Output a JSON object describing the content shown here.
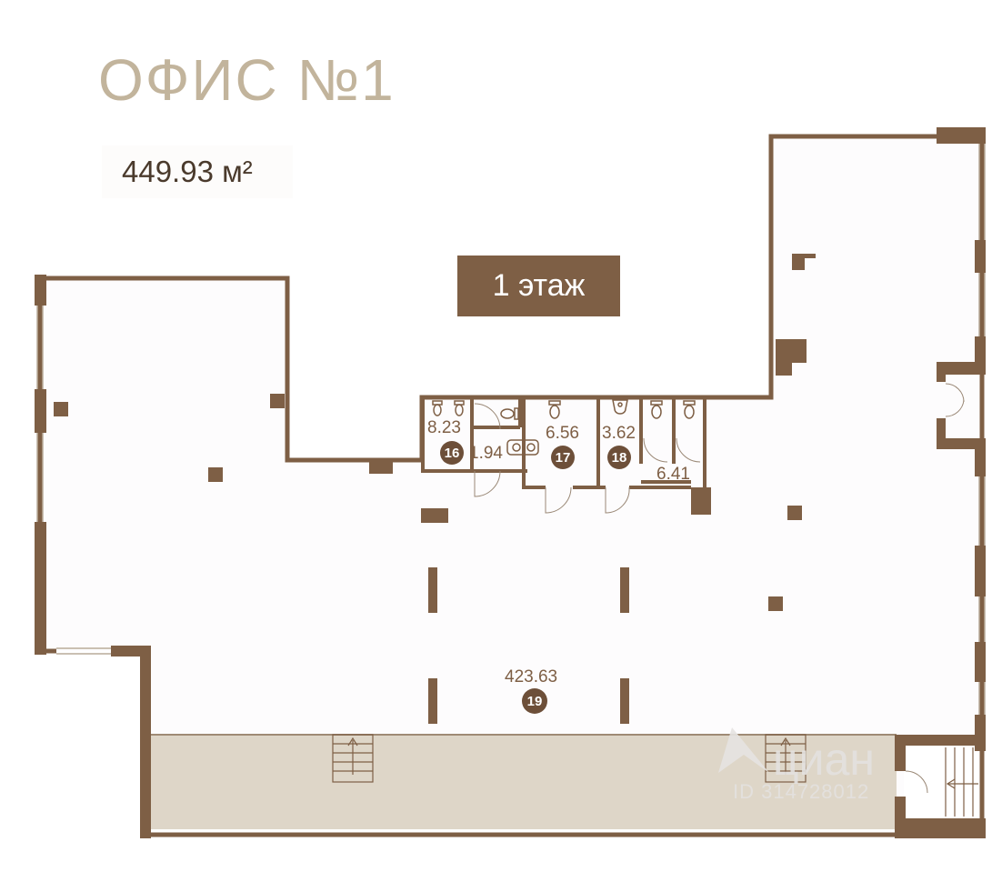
{
  "header": {
    "title": "ОФИС №1",
    "total_area": "449.93 м²"
  },
  "floor_badge": "1 этаж",
  "rooms": [
    {
      "area": "8.23",
      "number": "16"
    },
    {
      "area": "1.94"
    },
    {
      "area": "6.56",
      "number": "17"
    },
    {
      "area": "3.62",
      "number": "18"
    },
    {
      "area": "6.41"
    },
    {
      "area": "423.63",
      "number": "19"
    }
  ],
  "watermark": {
    "brand": "циан",
    "id": "ID 314728012"
  },
  "colors": {
    "wall": "#7e5f45",
    "title": "#c2b49c",
    "terrace": "#ded6c8",
    "badge": "#7e5f45"
  }
}
